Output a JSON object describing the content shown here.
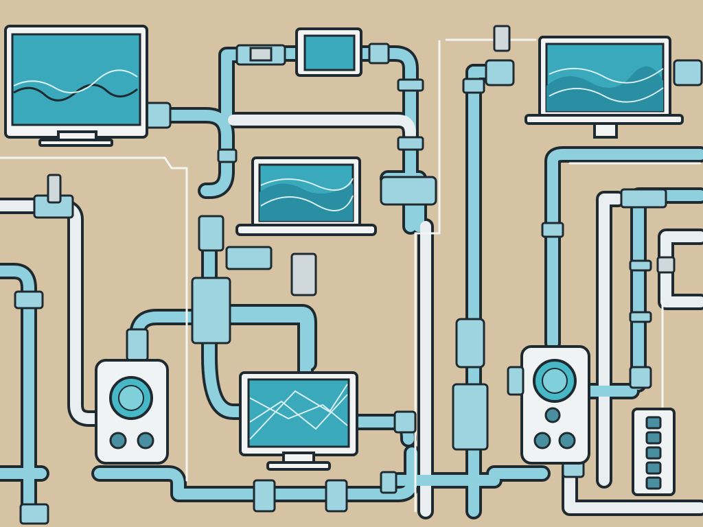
{
  "scene": {
    "background": "#d6c3a3",
    "accent": "#3aa9bb",
    "pipe_color": "#8fd0de",
    "outline_color": "#1f2a30"
  },
  "monitors": [
    {
      "name": "monitor-top-left",
      "screen": "wave-graph"
    },
    {
      "name": "monitor-top-center",
      "screen": "blank"
    },
    {
      "name": "monitor-top-right",
      "screen": "mountain-graph"
    },
    {
      "name": "laptop-center",
      "screen": "mountain-graph"
    },
    {
      "name": "monitor-bottom-center",
      "screen": "line-graph"
    }
  ],
  "devices": [
    {
      "name": "water-meter-left",
      "icon": "gauge-icon"
    },
    {
      "name": "water-meter-right",
      "icon": "gauge-icon"
    },
    {
      "name": "control-panel-right",
      "icon": "button-panel-icon"
    }
  ]
}
